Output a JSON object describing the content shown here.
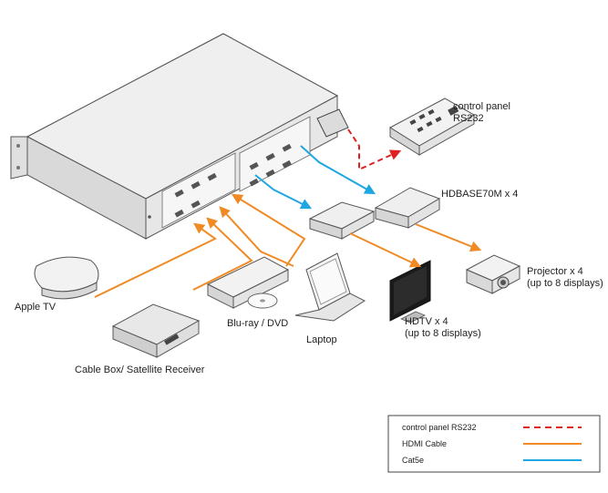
{
  "labels": {
    "control_panel": [
      "control panel",
      "RS232"
    ],
    "hdbase": "HDBASE70M x 4",
    "projector": [
      "Projector x 4",
      "(up to 8 displays)"
    ],
    "hdtv": [
      "HDTV x 4",
      "(up to 8 displays)"
    ],
    "apple_tv": "Apple TV",
    "bluray": "Blu-ray / DVD",
    "laptop": "Laptop",
    "cable_box": "Cable Box/ Satellite Receiver"
  },
  "legend": {
    "items": [
      {
        "label": "control panel RS232",
        "color": "#e02020",
        "style": "dashed"
      },
      {
        "label": "HDMI Cable",
        "color": "#f08a24",
        "style": "solid"
      },
      {
        "label": "Cat5e",
        "color": "#1ea7e1",
        "style": "solid"
      }
    ]
  },
  "colors": {
    "hdmi": "#f08a24",
    "cat5e": "#1ea7e1",
    "rs232": "#e02020"
  }
}
